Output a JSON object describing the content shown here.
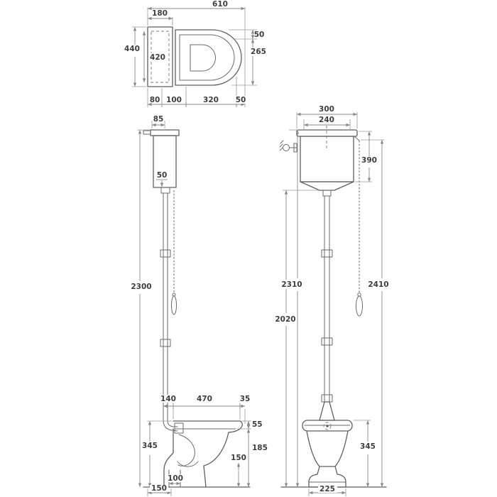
{
  "style": {
    "background": "#ffffff",
    "outline_color": "#5f5f5f",
    "dimension_line_color": "#8a8a8a",
    "label_color": "#3e3e3e"
  },
  "plan": {
    "overall_width": "610",
    "cistern_depth": "180",
    "overall_depth": "440",
    "inner_depth": "420",
    "seat_clearance": "50",
    "seat_depth": "265",
    "rear_offset": "80",
    "cistern_gap": "100",
    "seat_length": "320",
    "front_lip": "50"
  },
  "side": {
    "lever_offset": "85",
    "flush_drop": "50",
    "install_height": "2300",
    "pan_height": "345",
    "pipe_offset": "140",
    "pan_depth": "470",
    "rim_lip": "35",
    "rim_height": "55",
    "bowl_height": "185",
    "outlet_height": "150",
    "outlet_offset": "100",
    "wall_distance": "150"
  },
  "front": {
    "cistern_width": "300",
    "lid_width": "240",
    "cistern_height": "390",
    "cistern_top_height": "2310",
    "overall_height": "2410",
    "pipe_drop": "2020",
    "pan_height": "345",
    "base_width": "225"
  }
}
